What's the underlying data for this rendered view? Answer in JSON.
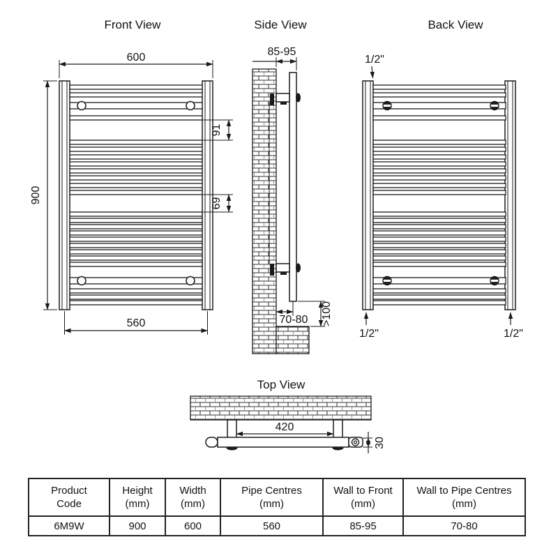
{
  "drawing": {
    "front": {
      "title": "Front View",
      "width_dim": "600",
      "height_dim": "900",
      "pipe_centres_dim": "560",
      "upper_bar_gap_dim": "91",
      "lower_bar_gap_dim": "69"
    },
    "side": {
      "title": "Side View",
      "wall_to_front_dim": "85-95",
      "wall_to_pipe_centres_dim": "70-80",
      "floor_clearance_dim": ">100"
    },
    "back": {
      "title": "Back View",
      "top_connection_dim": "1/2\"",
      "bottom_left_connection_dim": "1/2\"",
      "bottom_right_connection_dim": "1/2\""
    },
    "top": {
      "title": "Top View",
      "bracket_centres_dim": "420",
      "rail_depth_dim": "30"
    }
  },
  "spec_table": {
    "headers": [
      {
        "line1": "Product",
        "line2": "Code"
      },
      {
        "line1": "Height",
        "line2": "(mm)"
      },
      {
        "line1": "Width",
        "line2": "(mm)"
      },
      {
        "line1": "Pipe Centres",
        "line2": "(mm)"
      },
      {
        "line1": "Wall to Front",
        "line2": "(mm)"
      },
      {
        "line1": "Wall to Pipe Centres",
        "line2": "(mm)"
      }
    ],
    "row": {
      "product_code": "6M9W",
      "height": "900",
      "width": "600",
      "pipe_centres": "560",
      "wall_to_front": "85-95",
      "wall_to_pipe_centres": "70-80"
    }
  },
  "colors": {
    "line": "#1a1a1a",
    "background": "#ffffff"
  }
}
